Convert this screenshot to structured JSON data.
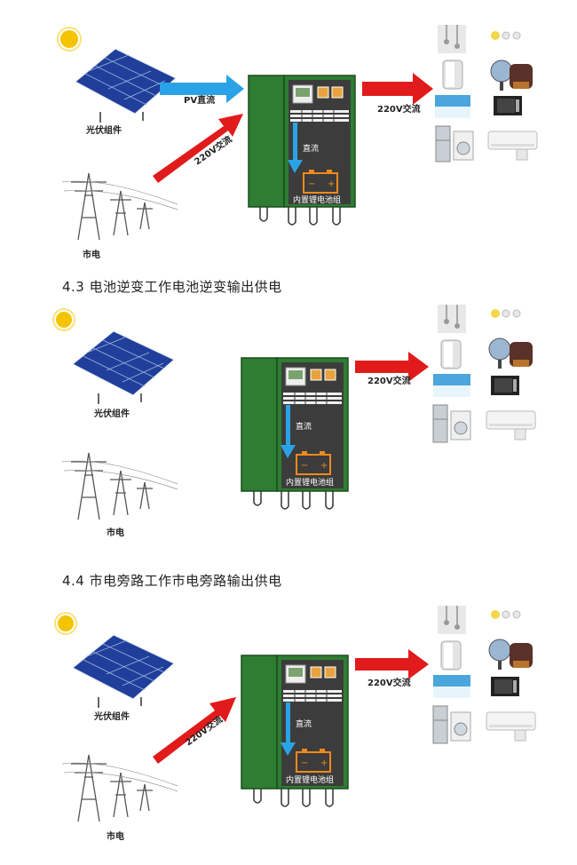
{
  "headings": {
    "section_4_3": "4.3 电池逆变工作电池逆变输出供电",
    "section_4_4": "4.4 市电旁路工作市电旁路输出供电"
  },
  "labels": {
    "pv_modules": "光伏组件",
    "mains": "市电",
    "pv_dc": "PV直流",
    "ac_220": "220V交流",
    "dc": "直流",
    "battery_pack": "内置锂电池组",
    "battery_minus": "−",
    "battery_plus": "+"
  },
  "colors": {
    "cabinet_green": "#2e7d32",
    "cabinet_dark": "#3c3c3c",
    "arrow_red": "#e11b1b",
    "arrow_blue": "#2aa3e6",
    "battery_orange": "#f08a1c",
    "panel_blue": "#1f3f9a",
    "sun_yellow": "#f5c400"
  }
}
